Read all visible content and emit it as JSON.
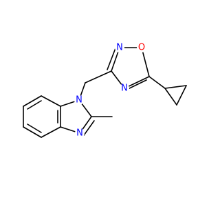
{
  "molecule": {
    "colors": {
      "bond": "#000000",
      "N": "#0000ff",
      "O": "#ff0000",
      "background": "#ffffff"
    },
    "atoms": [
      {
        "id": "n_oxadiazole_2",
        "label": "N",
        "element": "N"
      },
      {
        "id": "o_oxadiazole_1",
        "label": "O",
        "element": "O"
      },
      {
        "id": "n_oxadiazole_4",
        "label": "N",
        "element": "N"
      },
      {
        "id": "n_benzimidazole_1",
        "label": "N",
        "element": "N"
      },
      {
        "id": "n_benzimidazole_3",
        "label": "N",
        "element": "N"
      }
    ]
  }
}
